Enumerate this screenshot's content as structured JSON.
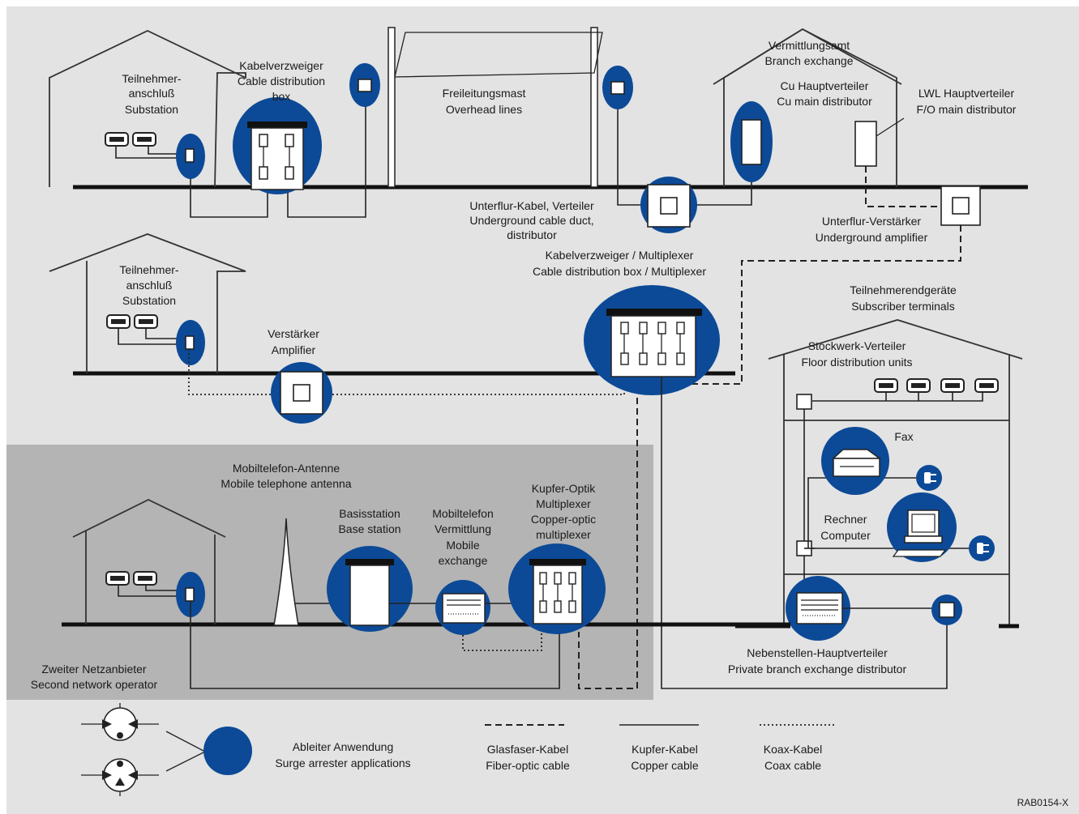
{
  "colors": {
    "background": "#e3e3e3",
    "operator_area": "#b4b4b4",
    "arrester": "#0c4a97"
  },
  "labels": {
    "subscriber1_de": "Teilnehmer-",
    "subscriber1_de2": "anschluß",
    "subscriber1_en": "Substation",
    "cdb_de": "Kabelverzweiger",
    "cdb_en": "Cable distribution",
    "cdb_en2": "box",
    "overhead_de": "Freileitungsmast",
    "overhead_en": "Overhead lines",
    "exchange_de": "Vermittlungsamt",
    "exchange_en": "Branch exchange",
    "cu_dist_de": "Cu Hauptverteiler",
    "cu_dist_en": "Cu main distributor",
    "fo_dist_de": "LWL Hauptverteiler",
    "fo_dist_en": "F/O main distributor",
    "duct_de": "Unterflur-Kabel, Verteiler",
    "duct_en": "Underground cable duct,",
    "duct_en2": "distributor",
    "ug_amp_de": "Unterflur-Verstärker",
    "ug_amp_en": "Underground amplifier",
    "subscriber2_de": "Teilnehmer-",
    "subscriber2_de2": "anschluß",
    "subscriber2_en": "Substation",
    "amp_de": "Verstärker",
    "amp_en": "Amplifier",
    "mux_de": "Kabelverzweiger / Multiplexer",
    "mux_en": "Cable distribution box / Multiplexer",
    "terminals_de": "Teilnehmerendgeräte",
    "terminals_en": "Subscriber terminals",
    "floor_de": "Stockwerk-Verteiler",
    "floor_en": "Floor distribution units",
    "fax": "Fax",
    "computer_de": "Rechner",
    "computer_en": "Computer",
    "antenna_de": "Mobiltelefon-Antenne",
    "antenna_en": "Mobile telephone antenna",
    "base_de": "Basisstation",
    "base_en": "Base station",
    "mobex_de": "Mobiltelefon",
    "mobex_de2": "Vermittlung",
    "mobex_en": "Mobile",
    "mobex_en2": "exchange",
    "cop_mux_de": "Kupfer-Optik",
    "cop_mux_de2": "Multiplexer",
    "cop_mux_en": "Copper-optic",
    "cop_mux_en2": "multiplexer",
    "operator_de": "Zweiter Netzanbieter",
    "operator_en": "Second network operator",
    "pbx_de": "Nebenstellen-Hauptverteiler",
    "pbx_en": "Private branch exchange distributor"
  },
  "legend": {
    "arrester_de": "Ableiter Anwendung",
    "arrester_en": "Surge arrester applications",
    "fiber_de": "Glasfaser-Kabel",
    "fiber_en": "Fiber-optic cable",
    "copper_de": "Kupfer-Kabel",
    "copper_en": "Copper cable",
    "coax_de": "Koax-Kabel",
    "coax_en": "Coax cable"
  },
  "figure_code": "RAB0154-X"
}
